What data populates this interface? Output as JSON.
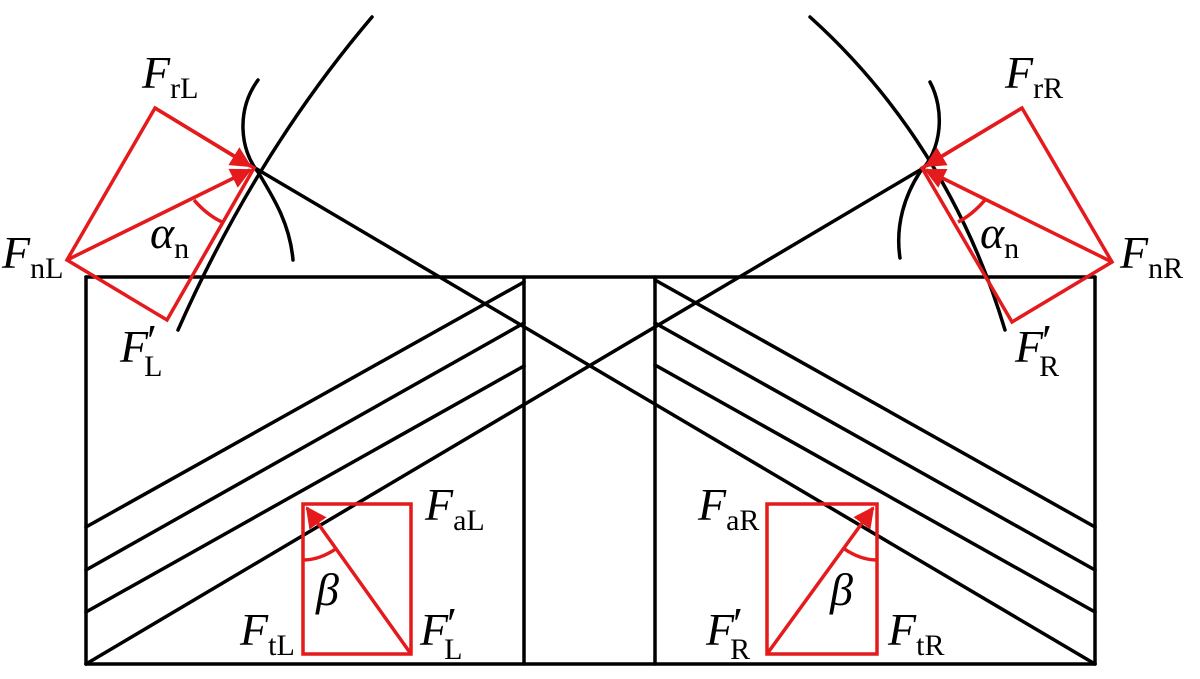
{
  "colors": {
    "line": "#000000",
    "force": "#e41a1c",
    "background": "#ffffff"
  },
  "labels": {
    "FrL": {
      "main": "F",
      "sub": "rL"
    },
    "FnL": {
      "main": "F",
      "sub": "nL"
    },
    "FpL_top": {
      "main": "F",
      "sub": "L",
      "prime": "′"
    },
    "alphaL": {
      "main": "α",
      "sub": "n"
    },
    "FrR": {
      "main": "F",
      "sub": "rR"
    },
    "FnR": {
      "main": "F",
      "sub": "nR"
    },
    "FpR_top": {
      "main": "F",
      "sub": "R",
      "prime": "′"
    },
    "alphaR": {
      "main": "α",
      "sub": "n"
    },
    "FaL": {
      "main": "F",
      "sub": "aL"
    },
    "FtL": {
      "main": "F",
      "sub": "tL"
    },
    "FpL_bot": {
      "main": "F",
      "sub": "L",
      "prime": "′"
    },
    "betaL": {
      "main": "β"
    },
    "FaR": {
      "main": "F",
      "sub": "aR"
    },
    "FtR": {
      "main": "F",
      "sub": "tR"
    },
    "FpR_bot": {
      "main": "F",
      "sub": "R",
      "prime": "′"
    },
    "betaR": {
      "main": "β"
    }
  }
}
